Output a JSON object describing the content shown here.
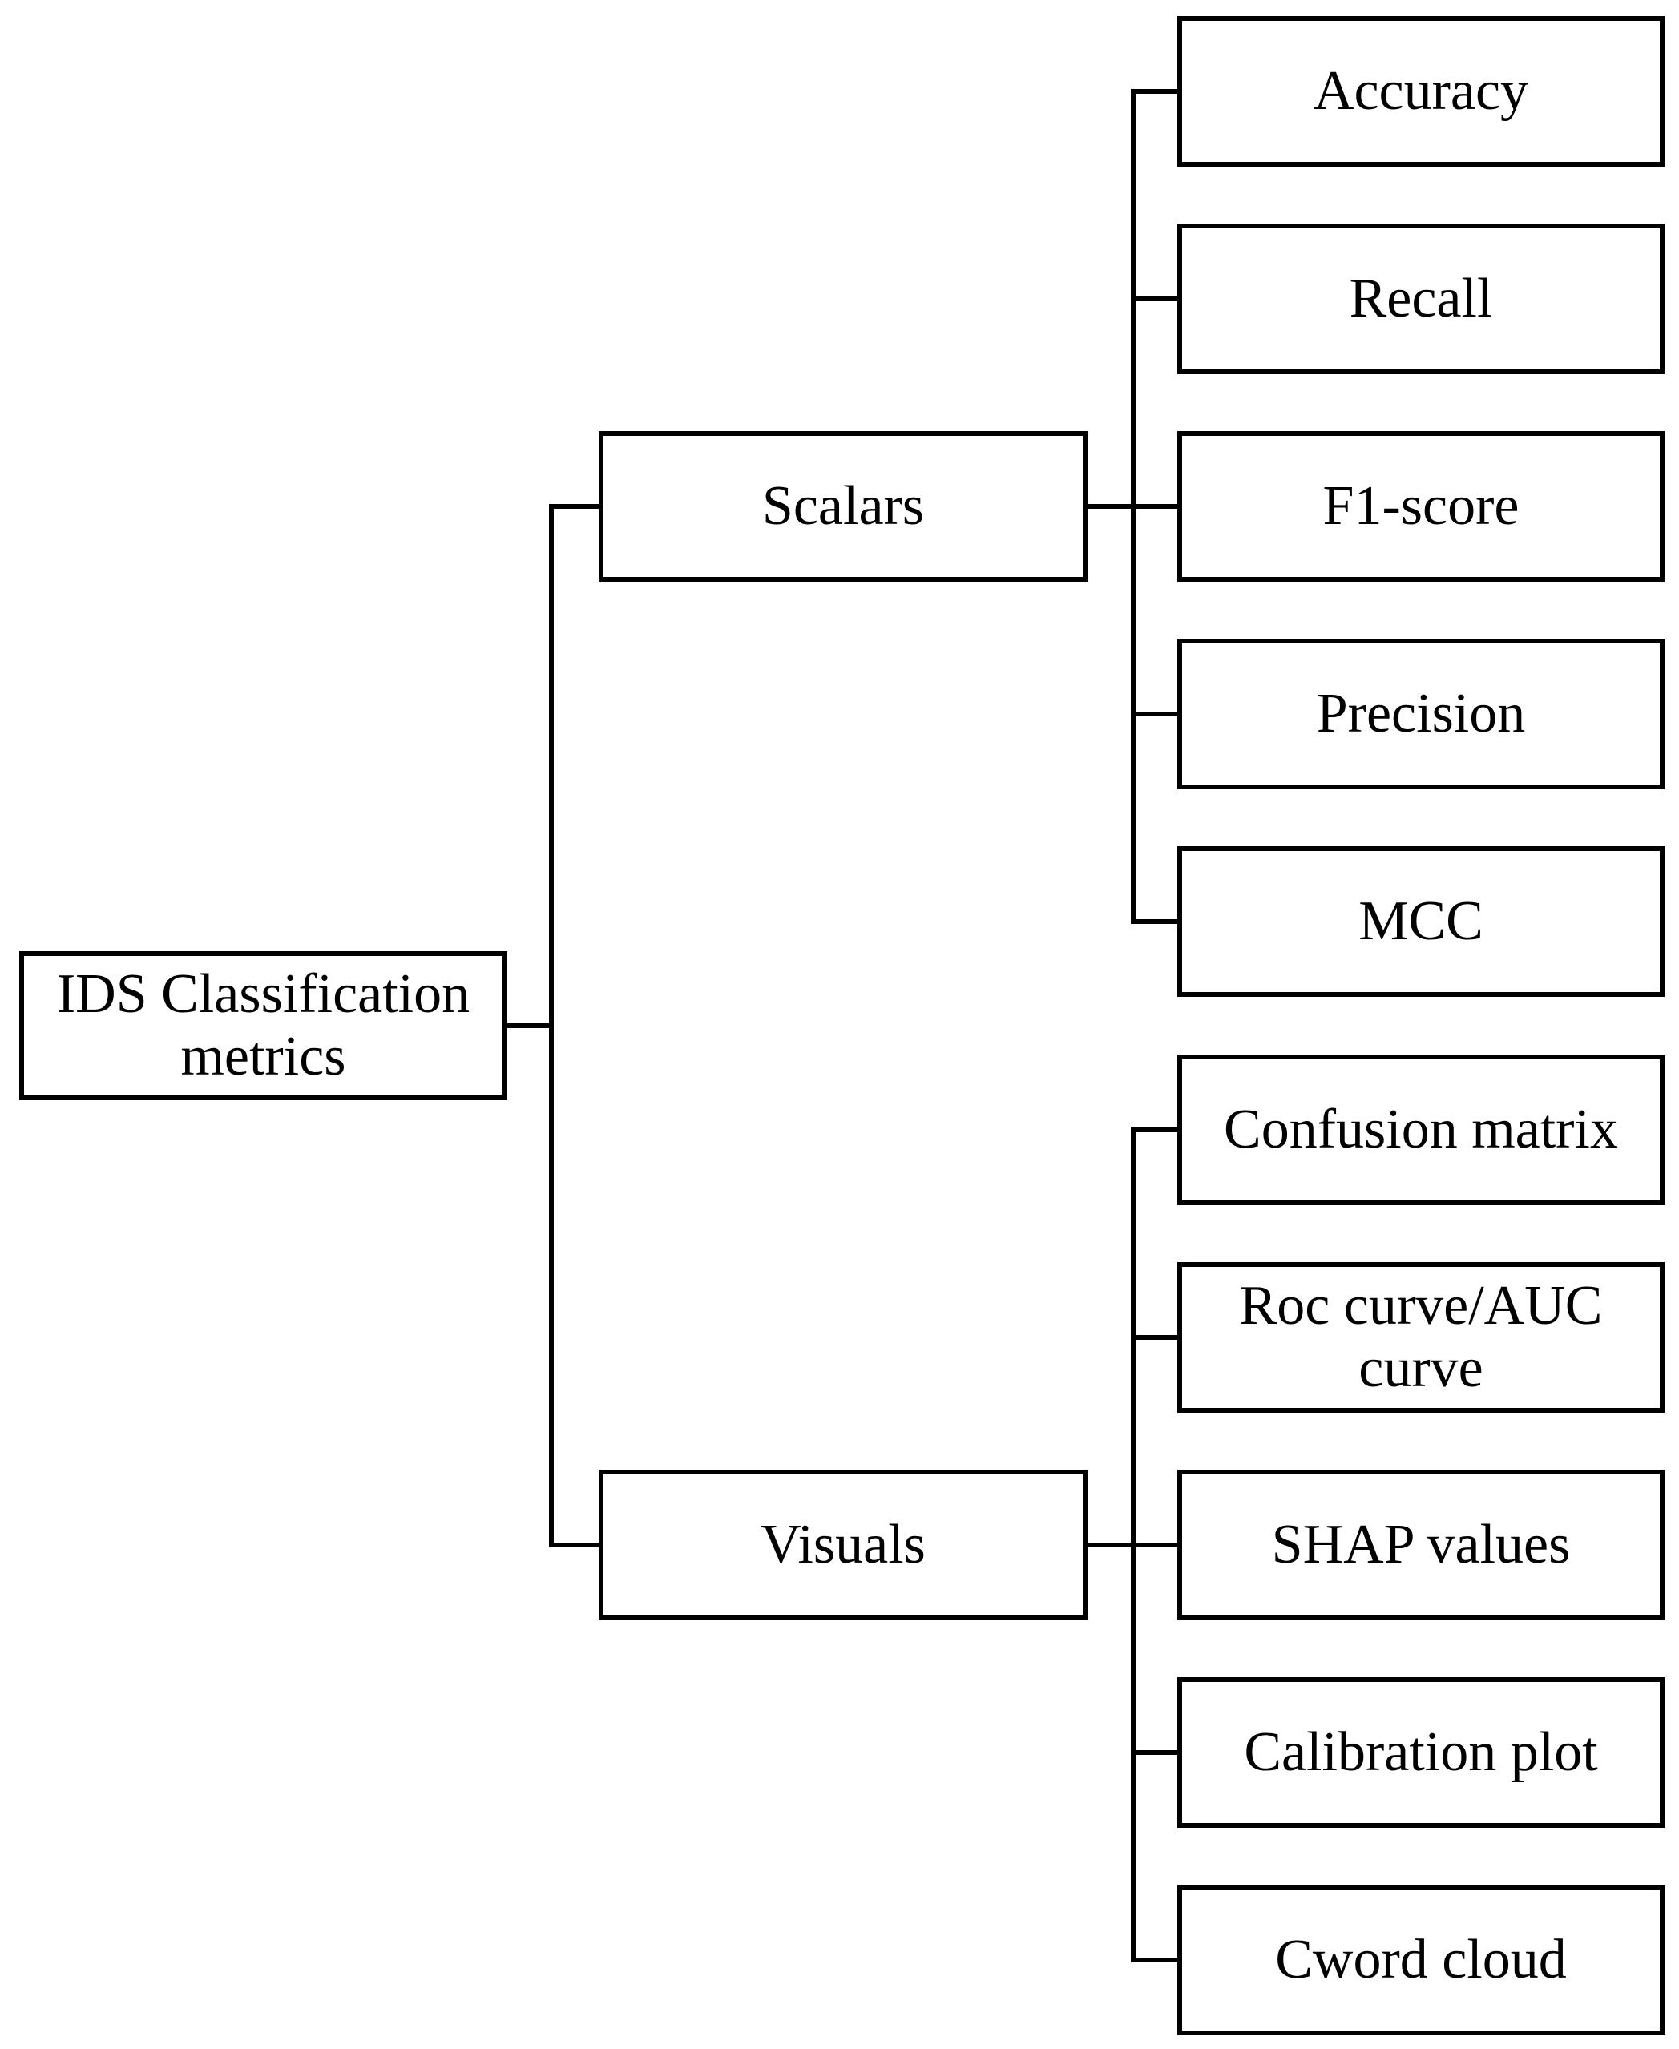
{
  "root": {
    "label": "IDS Classification\nmetrics"
  },
  "branches": [
    {
      "key": "scalars",
      "label": "Scalars",
      "children": [
        "Accuracy",
        "Recall",
        "F1-score",
        "Precision",
        "MCC"
      ]
    },
    {
      "key": "visuals",
      "label": "Visuals",
      "children": [
        "Confusion matrix",
        "Roc curve/AUC\ncurve",
        "SHAP values",
        "Calibration plot",
        "Cword cloud"
      ]
    }
  ],
  "colors": {
    "stroke": "#000000",
    "background": "#ffffff"
  }
}
